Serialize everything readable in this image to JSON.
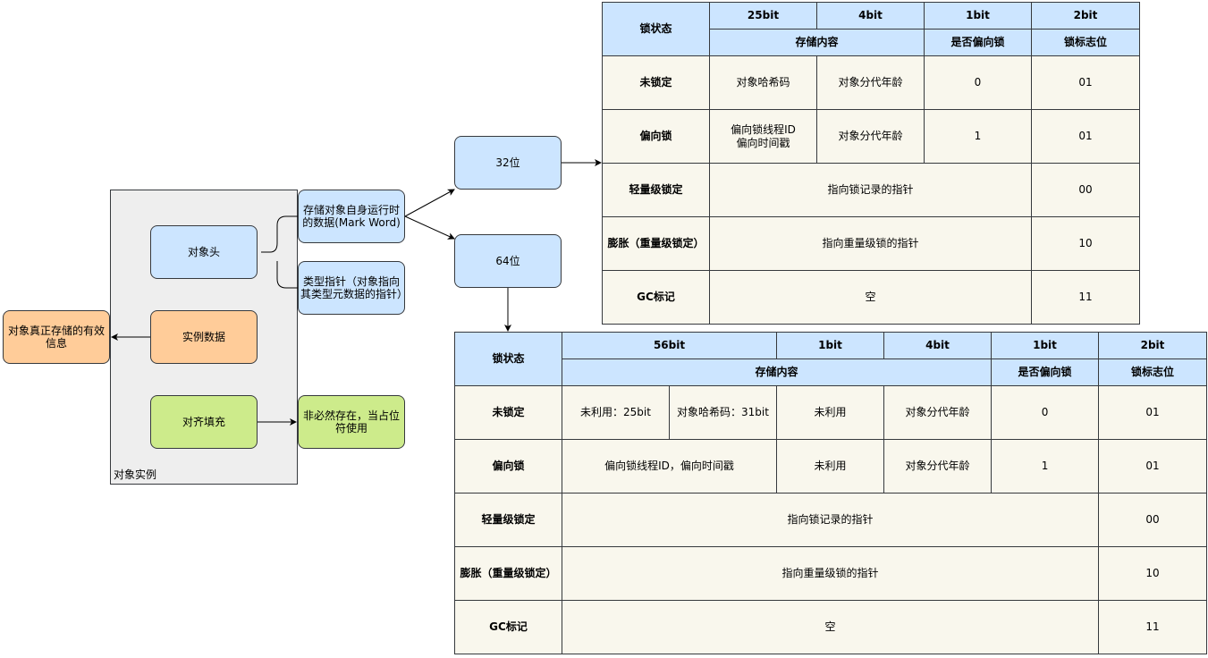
{
  "instance": {
    "label": "对象实例",
    "header": "对象头",
    "data": "实例数据",
    "padding": "对齐填充"
  },
  "mark_word": "存储对象自身运行时的数据(Mark Word)",
  "type_pointer": "类型指针（对象指向其类型元数据的指针）",
  "effective_info": "对象真正存储的有效信息",
  "padding_note": "非必然存在，当占位符使用",
  "bits32": "32位",
  "bits64": "64位",
  "table32": {
    "state_header": "锁状态",
    "bits": [
      "25bit",
      "4bit",
      "1bit",
      "2bit"
    ],
    "content_header": "存储内容",
    "biased_header": "是否偏向锁",
    "flag_header": "锁标志位",
    "rows": {
      "unlocked": {
        "state": "未锁定",
        "hash": "对象哈希码",
        "age": "对象分代年龄",
        "biased": "0",
        "flag": "01"
      },
      "biased": {
        "state": "偏向锁",
        "thread": "偏向锁线程ID",
        "epoch": "偏向时间戳",
        "age": "对象分代年龄",
        "biased": "1",
        "flag": "01"
      },
      "light": {
        "state": "轻量级锁定",
        "content": "指向锁记录的指针",
        "flag": "00"
      },
      "heavy": {
        "state": "膨胀（重量级锁定）",
        "content": "指向重量级锁的指针",
        "flag": "10"
      },
      "gc": {
        "state": "GC标记",
        "content": "空",
        "flag": "11"
      }
    }
  },
  "table64": {
    "state_header": "锁状态",
    "bits": [
      "56bit",
      "1bit",
      "4bit",
      "1bit",
      "2bit"
    ],
    "content_header": "存储内容",
    "biased_header": "是否偏向锁",
    "flag_header": "锁标志位",
    "rows": {
      "unlocked": {
        "state": "未锁定",
        "unused25": "未利用：25bit",
        "hash31": "对象哈希码：31bit",
        "unused": "未利用",
        "age": "对象分代年龄",
        "biased": "0",
        "flag": "01"
      },
      "biased": {
        "state": "偏向锁",
        "thread_epoch": "偏向锁线程ID，偏向时间戳",
        "unused": "未利用",
        "age": "对象分代年龄",
        "biased": "1",
        "flag": "01"
      },
      "light": {
        "state": "轻量级锁定",
        "content": "指向锁记录的指针",
        "flag": "00"
      },
      "heavy": {
        "state": "膨胀（重量级锁定）",
        "content": "指向重量级锁的指针",
        "flag": "10"
      },
      "gc": {
        "state": "GC标记",
        "content": "空",
        "flag": "11"
      }
    }
  }
}
